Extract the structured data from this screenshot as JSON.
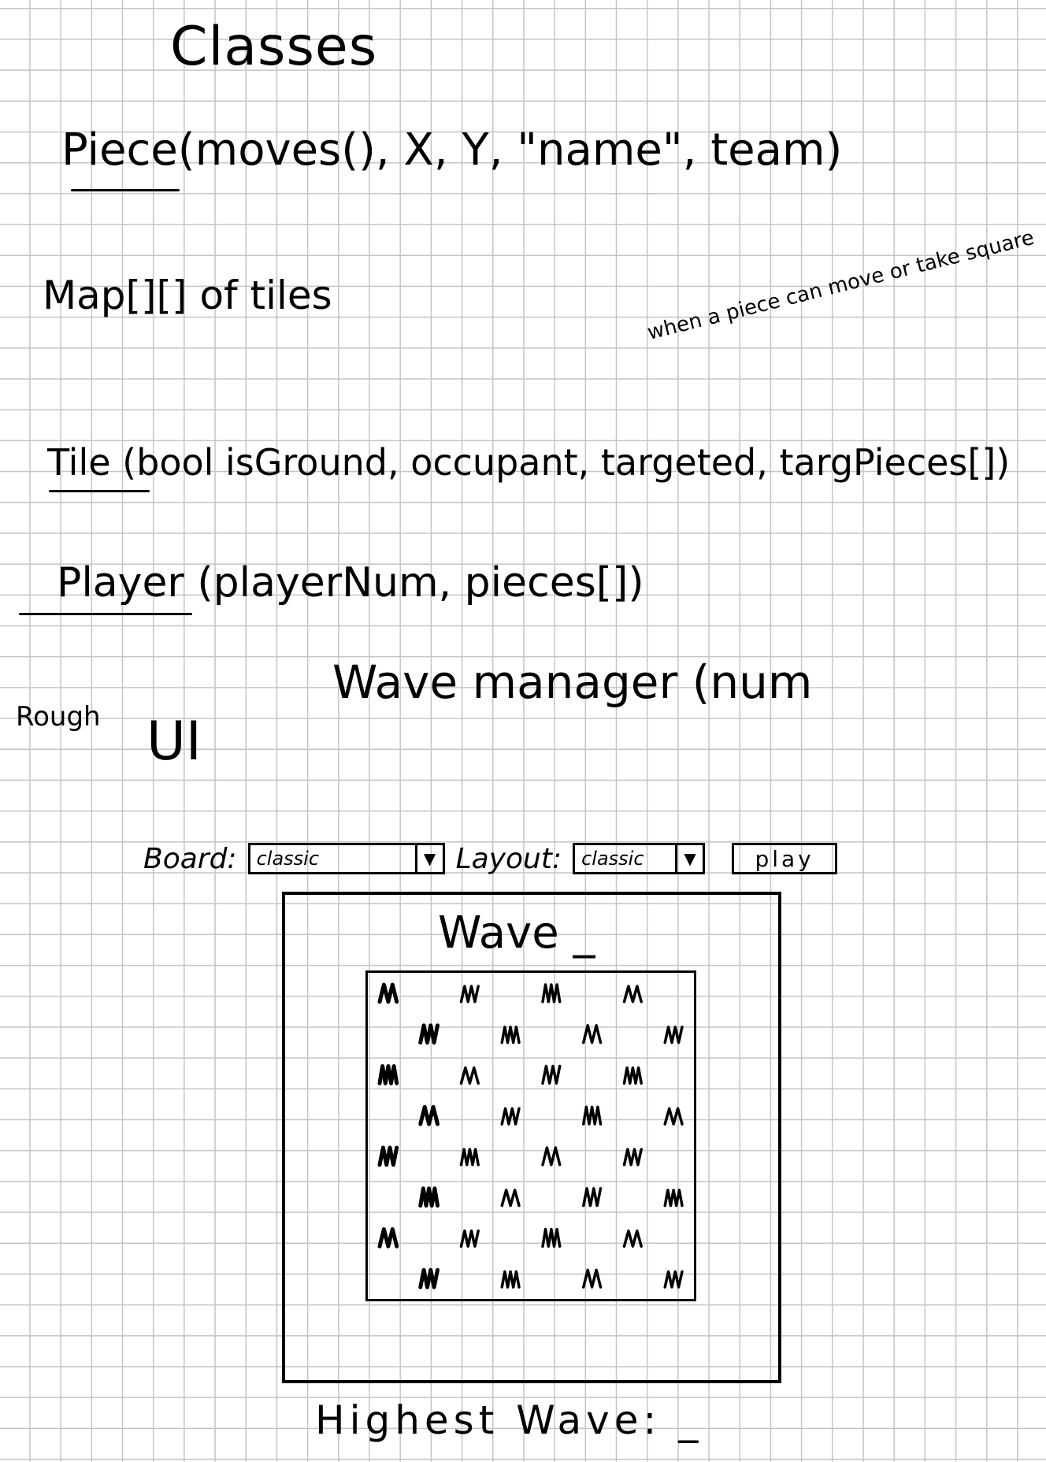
{
  "notes": {
    "title": "Classes",
    "piece_line": "Piece(moves(), X, Y, \"name\", team)",
    "map_line": "Map[][] of tiles",
    "annotation": "when a piece can move or take square",
    "tile_line": "Tile (bool isGround, occupant, targeted, targPieces[])",
    "player_line": "Player (playerNum, pieces[])",
    "wave_manager_line": "Wave manager (num",
    "rough_label": "Rough",
    "ui_label": "UI"
  },
  "sketch": {
    "board_label": "Board:",
    "board_value": "classic",
    "layout_label": "Layout:",
    "layout_value": "classic",
    "dropdown_arrow": "▼",
    "play_label": "play",
    "wave_label": "Wave _",
    "highest_wave_label": "Highest Wave: _",
    "grid_size": 8,
    "scribbles": [
      [
        0,
        0
      ],
      [
        2,
        0
      ],
      [
        4,
        0
      ],
      [
        6,
        0
      ],
      [
        1,
        1
      ],
      [
        3,
        1
      ],
      [
        5,
        1
      ],
      [
        7,
        1
      ],
      [
        0,
        2
      ],
      [
        2,
        2
      ],
      [
        4,
        2
      ],
      [
        6,
        2
      ],
      [
        1,
        3
      ],
      [
        3,
        3
      ],
      [
        5,
        3
      ],
      [
        7,
        3
      ],
      [
        0,
        4
      ],
      [
        2,
        4
      ],
      [
        4,
        4
      ],
      [
        6,
        4
      ],
      [
        1,
        5
      ],
      [
        3,
        5
      ],
      [
        5,
        5
      ],
      [
        7,
        5
      ],
      [
        0,
        6
      ],
      [
        2,
        6
      ],
      [
        4,
        6
      ],
      [
        6,
        6
      ],
      [
        1,
        7
      ],
      [
        3,
        7
      ],
      [
        5,
        7
      ],
      [
        7,
        7
      ]
    ]
  },
  "colors": {
    "ink": "#000000",
    "paper": "#ffffff",
    "grid": "#c4c4c4"
  }
}
